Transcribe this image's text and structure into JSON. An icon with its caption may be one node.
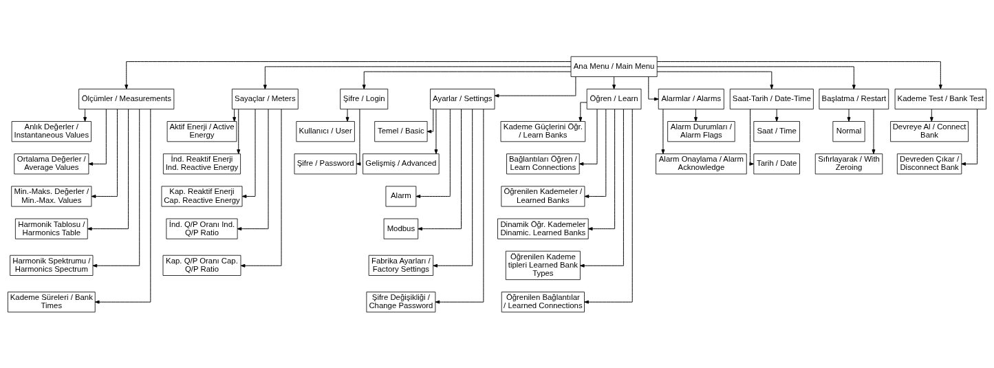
{
  "diagram": {
    "nodes": [
      {
        "text": [
          "Ana Menu / Main Menu"
        ]
      },
      {
        "text": [
          "Ölçümler / Measurements"
        ]
      },
      {
        "text": [
          "Sayaçlar / Meters"
        ]
      },
      {
        "text": [
          "Şifre / Login"
        ]
      },
      {
        "text": [
          "Ayarlar / Settings"
        ]
      },
      {
        "text": [
          "Öğren / Learn"
        ]
      },
      {
        "text": [
          "Alarmlar / Alarms"
        ]
      },
      {
        "text": [
          "Saat-Tarih / Date-Time"
        ]
      },
      {
        "text": [
          "Başlatma / Restart"
        ]
      },
      {
        "text": [
          "Kademe Test / Bank Test"
        ]
      },
      {
        "text": [
          "Anlık Değerler / Instantaneous Values"
        ]
      },
      {
        "text": [
          "Ortalama Değerler / Average Values"
        ]
      },
      {
        "text": [
          "Min.-Maks. Değerler / Min.-Max. Values"
        ]
      },
      {
        "text": [
          "Harmonik Tablosu / Harmonics Table"
        ]
      },
      {
        "text": [
          "Harmonik Spektrumu / Harmonics Spectrum"
        ]
      },
      {
        "text": [
          "Kademe Süreleri / Bank Times"
        ]
      },
      {
        "text": [
          "Aktif Enerji / Active Energy"
        ]
      },
      {
        "text": [
          "İnd. Reaktif Enerji Ind. Reactive Energy"
        ]
      },
      {
        "text": [
          "Kap. Reaktif Enerji Cap. Reactive Energy"
        ]
      },
      {
        "text": [
          "İnd. Q/P Oranı Ind. Q/P Ratio"
        ]
      },
      {
        "text": [
          "Kap. Q/P Oranı Cap. Q/P Ratio"
        ]
      },
      {
        "text": [
          "Kullanıcı / User"
        ]
      },
      {
        "text": [
          "Şifre / Password"
        ]
      },
      {
        "text": [
          "Temel / Basic"
        ]
      },
      {
        "text": [
          "Gelişmiş / Advanced"
        ]
      },
      {
        "text": [
          "Alarm"
        ]
      },
      {
        "text": [
          "Modbus"
        ]
      },
      {
        "text": [
          "Fabrika Ayarları / Factory Settings"
        ]
      },
      {
        "text": [
          "Şifre Değişikliği / Change Password"
        ]
      },
      {
        "text": [
          "Kademe Güçlerini Öğr. / Learn Banks"
        ]
      },
      {
        "text": [
          "Bağlantıları Öğren / Learn Connections"
        ]
      },
      {
        "text": [
          "Öğrenilen Kademeler / Learned Banks"
        ]
      },
      {
        "text": [
          "Dinamik Öğr. Kademeler Dinamic. Learned Banks"
        ]
      },
      {
        "text": [
          "Öğrenilen Kademe tipleri Learned Bank Types"
        ]
      },
      {
        "text": [
          "Öğrenilen Bağlantılar / Learned Connections"
        ]
      },
      {
        "text": [
          "Alarm Durumları / Alarm Flags"
        ]
      },
      {
        "text": [
          "Alarm Onaylama / Alarm Acknowledge"
        ]
      },
      {
        "text": [
          "Saat / Time"
        ]
      },
      {
        "text": [
          "Tarih / Date"
        ]
      },
      {
        "text": [
          "Normal"
        ]
      },
      {
        "text": [
          "Sıfırlayarak / With Zeroing"
        ]
      },
      {
        "text": [
          "Devreye Al / Connect Bank"
        ]
      },
      {
        "text": [
          "Devreden Çıkar / Disconnect Bank"
        ]
      }
    ],
    "edges": [
      {
        "from": 0,
        "to": 1,
        "arrow": "to"
      },
      {
        "from": 0,
        "to": 2,
        "arrow": "to"
      },
      {
        "from": 0,
        "to": 3,
        "arrow": "to"
      },
      {
        "from": 0,
        "to": 4,
        "arrow": "to"
      },
      {
        "from": 0,
        "to": 5,
        "arrow": "to"
      },
      {
        "from": 0,
        "to": 6,
        "arrow": "to"
      },
      {
        "from": 0,
        "to": 7,
        "arrow": "to"
      },
      {
        "from": 0,
        "to": 8,
        "arrow": "to"
      },
      {
        "from": 0,
        "to": 9,
        "arrow": "to"
      },
      {
        "from": 1,
        "to": 10,
        "arrow": "to"
      },
      {
        "from": 1,
        "to": 11,
        "arrow": "to"
      },
      {
        "from": 1,
        "to": 12,
        "arrow": "to"
      },
      {
        "from": 1,
        "to": 13,
        "arrow": "to"
      },
      {
        "from": 1,
        "to": 14,
        "arrow": "to"
      },
      {
        "from": 1,
        "to": 15,
        "arrow": "to"
      },
      {
        "from": 2,
        "to": 16,
        "arrow": "to"
      },
      {
        "from": 2,
        "to": 17,
        "arrow": "to"
      },
      {
        "from": 2,
        "to": 18,
        "arrow": "to"
      },
      {
        "from": 2,
        "to": 19,
        "arrow": "to"
      },
      {
        "from": 2,
        "to": 20,
        "arrow": "to"
      },
      {
        "from": 3,
        "to": 21,
        "arrow": "to"
      },
      {
        "from": 3,
        "to": 22,
        "arrow": "to"
      },
      {
        "from": 4,
        "to": 23,
        "arrow": "to"
      },
      {
        "from": 4,
        "to": 24,
        "arrow": "to"
      },
      {
        "from": 4,
        "to": 25,
        "arrow": "to"
      },
      {
        "from": 4,
        "to": 26,
        "arrow": "to"
      },
      {
        "from": 4,
        "to": 27,
        "arrow": "to"
      },
      {
        "from": 4,
        "to": 28,
        "arrow": "to"
      },
      {
        "from": 5,
        "to": 29,
        "arrow": "to"
      },
      {
        "from": 5,
        "to": 30,
        "arrow": "to"
      },
      {
        "from": 5,
        "to": 31,
        "arrow": "to"
      },
      {
        "from": 5,
        "to": 32,
        "arrow": "to"
      },
      {
        "from": 5,
        "to": 33,
        "arrow": "to"
      },
      {
        "from": 5,
        "to": 34,
        "arrow": "to"
      },
      {
        "from": 6,
        "to": 35,
        "arrow": "to"
      },
      {
        "from": 6,
        "to": 36,
        "arrow": "to"
      },
      {
        "from": 7,
        "to": 37,
        "arrow": "to"
      },
      {
        "from": 7,
        "to": 38,
        "arrow": "to"
      },
      {
        "from": 8,
        "to": 39,
        "arrow": "to"
      },
      {
        "from": 8,
        "to": 40,
        "arrow": "to"
      },
      {
        "from": 9,
        "to": 41,
        "arrow": "to"
      },
      {
        "from": 9,
        "to": 42,
        "arrow": "to"
      }
    ]
  }
}
